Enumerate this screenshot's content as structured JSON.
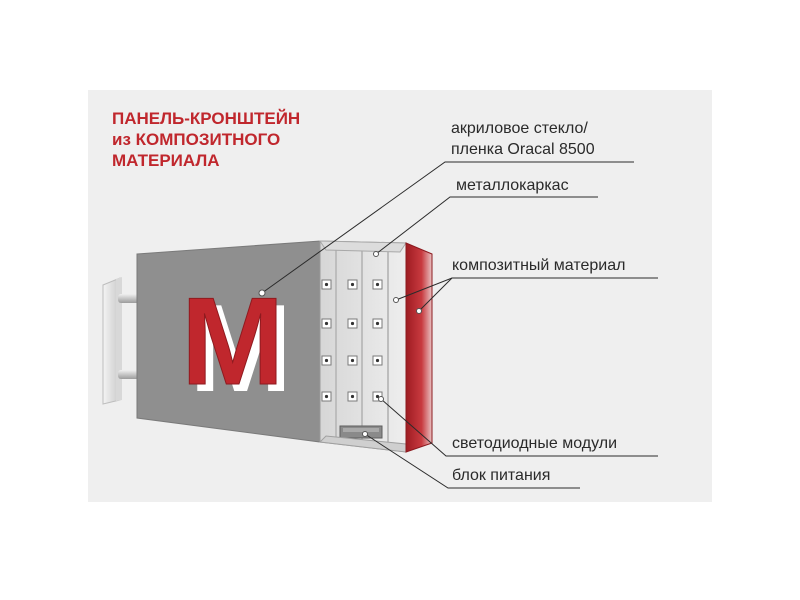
{
  "title": {
    "line1": "ПАНЕЛЬ-КРОНШТЕЙН",
    "line2": "из КОМПОЗИТНОГО",
    "line3": "МАТЕРИАЛА"
  },
  "sign_letter": "M",
  "labels": {
    "acrylic_line1": "акриловое стекло/",
    "acrylic_line2": "пленка Oracal 8500",
    "frame": "металлокаркас",
    "composite": "композитный материал",
    "led": "светодиодные модули",
    "power": "блок питания"
  },
  "colors": {
    "accent_red": "#c0272d",
    "panel_gray": "#8e8e8e",
    "background": "#efefef"
  }
}
